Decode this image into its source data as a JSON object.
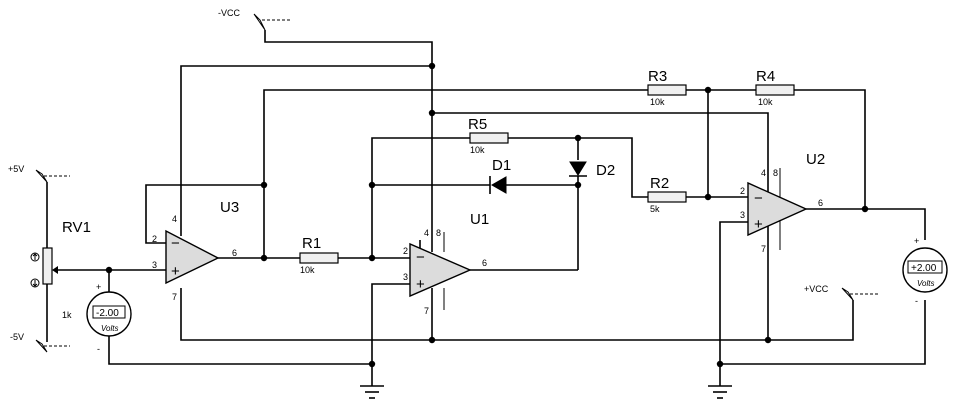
{
  "power": {
    "neg_vcc": "-VCC",
    "pos_vcc": "+VCC",
    "pos5": "+5V",
    "neg5": "-5V"
  },
  "opamps": {
    "u1": {
      "name": "U1",
      "pin_inv": "2",
      "pin_noninv": "3",
      "pin_out": "6",
      "pin_v4": "4",
      "pin_v7": "7",
      "pin_v8": "8"
    },
    "u2": {
      "name": "U2",
      "pin_inv": "2",
      "pin_noninv": "3",
      "pin_out": "6",
      "pin_v4": "4",
      "pin_v7": "7",
      "pin_v8": "8"
    },
    "u3": {
      "name": "U3",
      "pin_inv": "2",
      "pin_noninv": "3",
      "pin_out": "6",
      "pin_v4": "4",
      "pin_v7": "7"
    }
  },
  "resistors": {
    "r1": {
      "name": "R1",
      "value": "10k"
    },
    "r2": {
      "name": "R2",
      "value": "5k"
    },
    "r3": {
      "name": "R3",
      "value": "10k"
    },
    "r4": {
      "name": "R4",
      "value": "10k"
    },
    "r5": {
      "name": "R5",
      "value": "10k"
    }
  },
  "diodes": {
    "d1": "D1",
    "d2": "D2"
  },
  "potentiometer": {
    "name": "RV1",
    "value": "1k"
  },
  "meters": {
    "left": {
      "reading": "-2.00",
      "unit": "Volts",
      "plus": "+",
      "minus": "-"
    },
    "right": {
      "reading": "+2.00",
      "unit": "Volts",
      "plus": "+",
      "minus": "-"
    }
  },
  "symbols": {
    "minus": "−",
    "plus": "+"
  },
  "icons": [
    "ground-icon",
    "power-terminal-icon",
    "arrow-up-icon",
    "arrow-down-icon"
  ]
}
